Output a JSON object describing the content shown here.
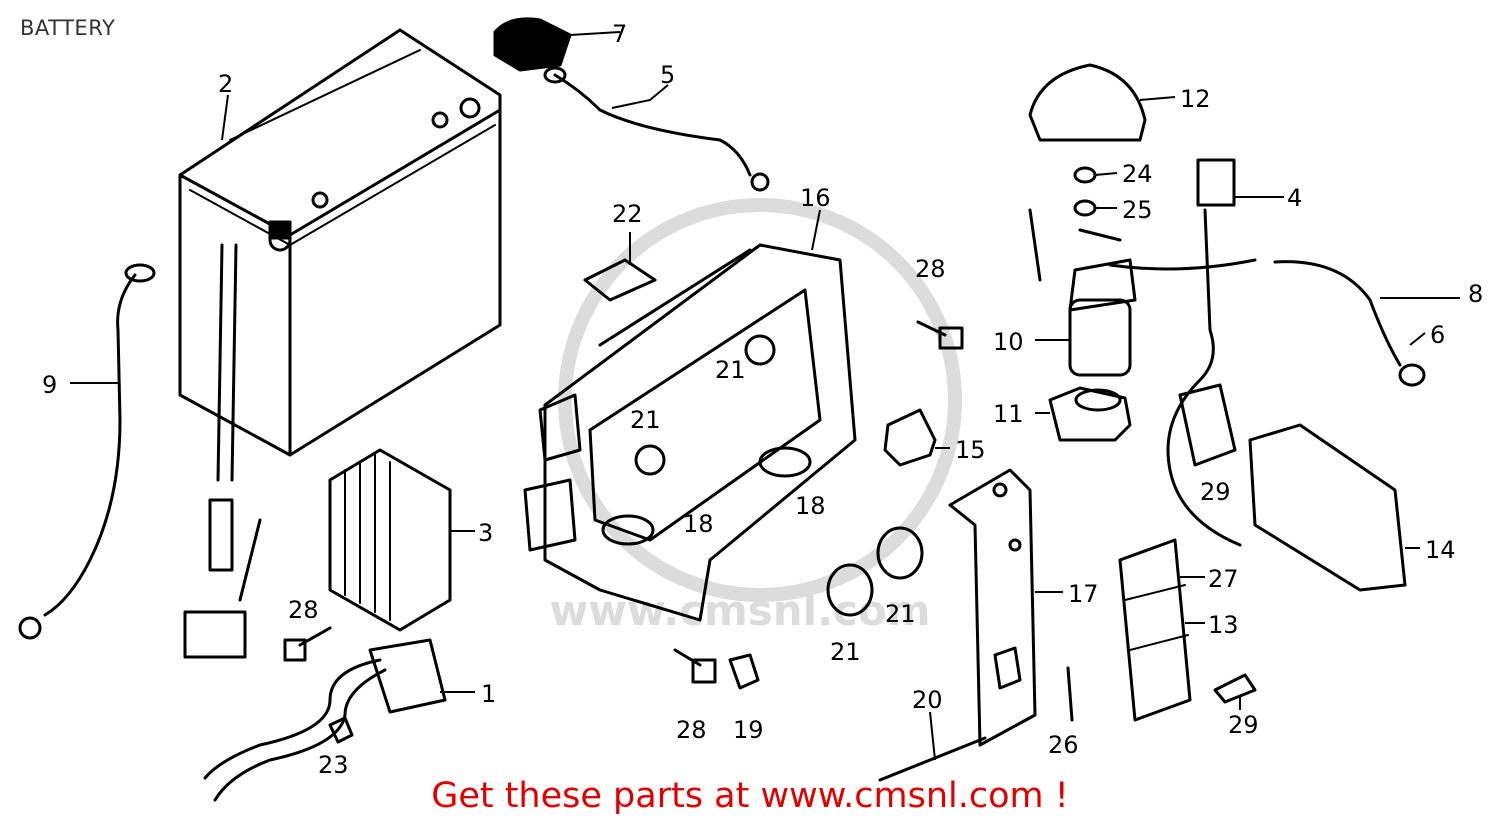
{
  "page": {
    "title": "BATTERY"
  },
  "footer": {
    "text": "Get these parts at www.cmsnl.com !"
  },
  "colors": {
    "footer_text": "#e00000",
    "line_art": "#000000",
    "watermark": "#d8d8d8"
  },
  "watermark": {
    "text": "www.cmsnl.com"
  },
  "callouts": [
    {
      "id": "1",
      "label": "1"
    },
    {
      "id": "2",
      "label": "2"
    },
    {
      "id": "3",
      "label": "3"
    },
    {
      "id": "4",
      "label": "4"
    },
    {
      "id": "5",
      "label": "5"
    },
    {
      "id": "6",
      "label": "6"
    },
    {
      "id": "7",
      "label": "7"
    },
    {
      "id": "8",
      "label": "8"
    },
    {
      "id": "9",
      "label": "9"
    },
    {
      "id": "10",
      "label": "10"
    },
    {
      "id": "11",
      "label": "11"
    },
    {
      "id": "12",
      "label": "12"
    },
    {
      "id": "13",
      "label": "13"
    },
    {
      "id": "14",
      "label": "14"
    },
    {
      "id": "15",
      "label": "15"
    },
    {
      "id": "16",
      "label": "16"
    },
    {
      "id": "17",
      "label": "17"
    },
    {
      "id": "18a",
      "label": "18"
    },
    {
      "id": "18b",
      "label": "18"
    },
    {
      "id": "19",
      "label": "19"
    },
    {
      "id": "20",
      "label": "20"
    },
    {
      "id": "21a",
      "label": "21"
    },
    {
      "id": "21b",
      "label": "21"
    },
    {
      "id": "21c",
      "label": "21"
    },
    {
      "id": "21d",
      "label": "21"
    },
    {
      "id": "22",
      "label": "22"
    },
    {
      "id": "23",
      "label": "23"
    },
    {
      "id": "24",
      "label": "24"
    },
    {
      "id": "25",
      "label": "25"
    },
    {
      "id": "26",
      "label": "26"
    },
    {
      "id": "27",
      "label": "27"
    },
    {
      "id": "28a",
      "label": "28"
    },
    {
      "id": "28b",
      "label": "28"
    },
    {
      "id": "28c",
      "label": "28"
    },
    {
      "id": "29a",
      "label": "29"
    },
    {
      "id": "29b",
      "label": "29"
    }
  ]
}
